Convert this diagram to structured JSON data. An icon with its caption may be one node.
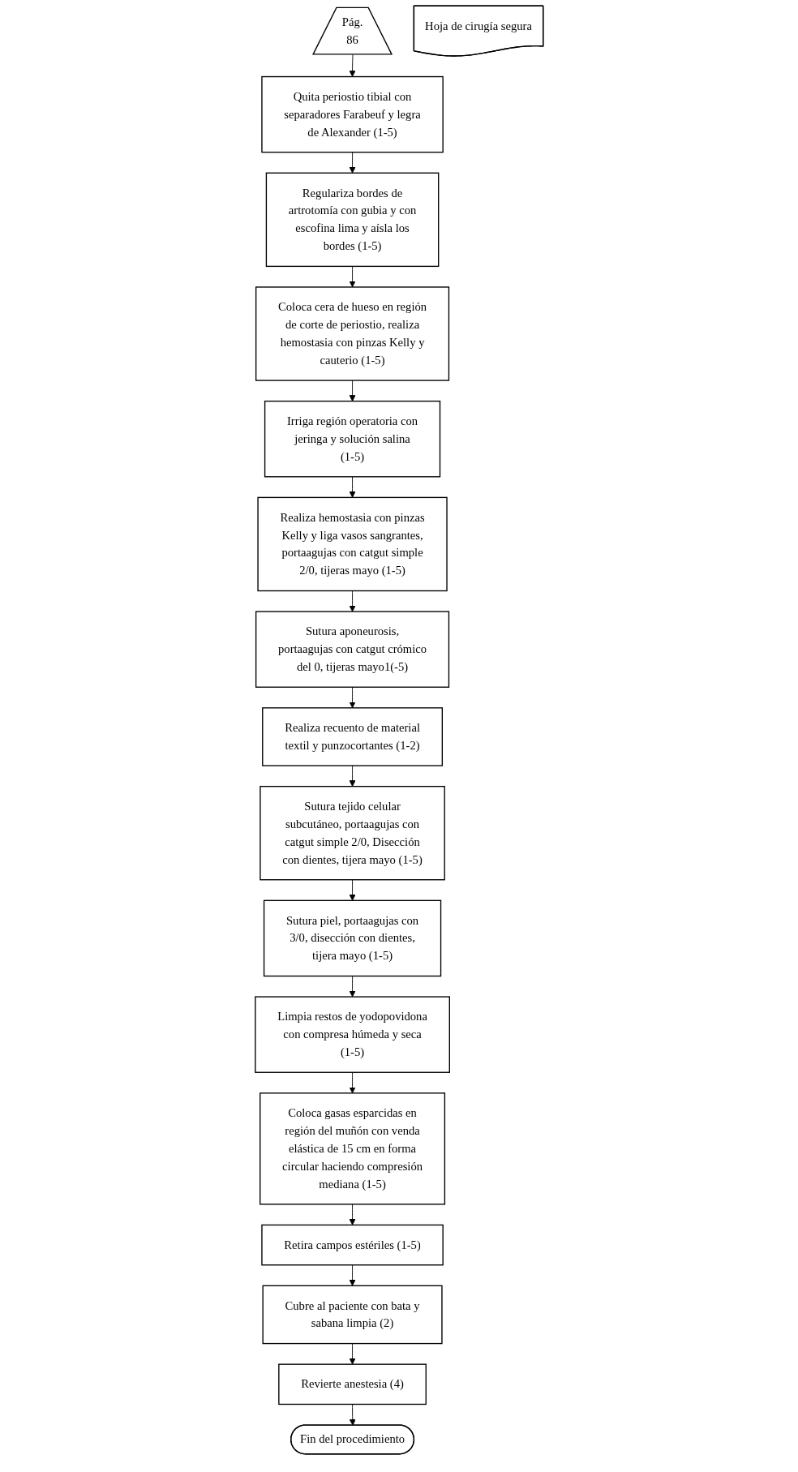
{
  "diagram": {
    "nodes": [
      {
        "text": [
          "Pág.",
          "86"
        ]
      },
      {
        "text": [
          "Quita periostio tibial con separadores Farabeuf y legra de Alexander (1-5)"
        ]
      },
      {
        "text": [
          "Regulariza bordes de artrotomía con gubia y con escofina lima y aísla los bordes (1-5)"
        ]
      },
      {
        "text": [
          "Coloca cera de hueso en región de corte de periostio, realiza hemostasia con pinzas Kelly y cauterio (1-5)"
        ]
      },
      {
        "text": [
          "Irriga región operatoria con jeringa y solución salina (1-5)"
        ]
      },
      {
        "text": [
          "Realiza hemostasia con pinzas Kelly y liga vasos sangrantes, portaagujas con catgut simple 2/0, tijeras mayo (1-5)"
        ]
      },
      {
        "text": [
          "Sutura aponeurosis, portaagujas con catgut crómico del 0, tijeras mayo1(-5)"
        ]
      },
      {
        "text": [
          "Realiza recuento de material textil y punzocortantes (1-2)"
        ]
      },
      {
        "text": [
          "Sutura tejido celular subcutáneo, portaagujas con catgut simple 2/0, Disección con dientes, tijera mayo (1-5)"
        ]
      },
      {
        "text": [
          "Sutura piel, portaagujas con 3/0, disección con dientes, tijera mayo (1-5)"
        ]
      },
      {
        "text": [
          "Hoja de cirugía segura"
        ]
      },
      {
        "text": [
          "Limpia restos de yodopovidona con compresa húmeda y seca (1-5)"
        ]
      },
      {
        "text": [
          "Coloca gasas esparcidas en región del muñón con venda elástica de 15 cm en forma circular haciendo compresión mediana (1-5)"
        ]
      },
      {
        "text": [
          "Retira campos estériles (1-5)"
        ]
      },
      {
        "text": [
          "Cubre al paciente con bata y sabana limpia (2)"
        ]
      },
      {
        "text": [
          "Revierte anestesia (4)"
        ]
      },
      {
        "text": [
          "Fin del procedimiento"
        ]
      }
    ],
    "edges": [
      {
        "from": 0,
        "to": 1,
        "arrow": "to"
      },
      {
        "from": 1,
        "to": 2,
        "arrow": "to"
      },
      {
        "from": 2,
        "to": 3,
        "arrow": "to"
      },
      {
        "from": 3,
        "to": 4,
        "arrow": "to"
      },
      {
        "from": 4,
        "to": 5,
        "arrow": "to"
      },
      {
        "from": 5,
        "to": 6,
        "arrow": "to"
      },
      {
        "from": 6,
        "to": 7,
        "arrow": "to"
      },
      {
        "from": 7,
        "to": 8,
        "arrow": "to"
      },
      {
        "from": 8,
        "to": 9,
        "arrow": "to"
      },
      {
        "from": 9,
        "to": 11,
        "arrow": "to"
      },
      {
        "from": 11,
        "to": 12,
        "arrow": "to"
      },
      {
        "from": 12,
        "to": 13,
        "arrow": "to"
      },
      {
        "from": 13,
        "to": 14,
        "arrow": "to"
      },
      {
        "from": 14,
        "to": 15,
        "arrow": "to"
      },
      {
        "from": 15,
        "to": 16,
        "arrow": "to"
      }
    ]
  }
}
